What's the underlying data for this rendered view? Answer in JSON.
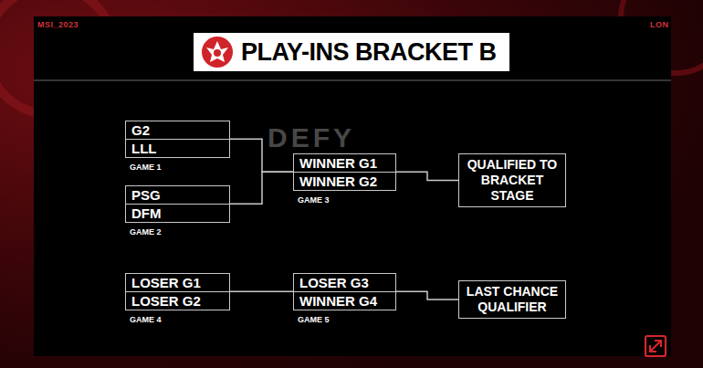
{
  "diagram": {
    "title": "PLAY-INS BRACKET B",
    "nodes": [
      {
        "text": [
          "GAME 1"
        ]
      },
      {
        "text": [
          "G2"
        ],
        "in": 0
      },
      {
        "text": [
          "LLL"
        ],
        "in": 0
      },
      {
        "text": [
          "GAME 2"
        ]
      },
      {
        "text": [
          "PSG"
        ],
        "in": 3
      },
      {
        "text": [
          "DFM"
        ],
        "in": 3
      },
      {
        "text": [
          "GAME 3"
        ]
      },
      {
        "text": [
          "WINNER G1"
        ],
        "in": 6
      },
      {
        "text": [
          "WINNER G2"
        ],
        "in": 6
      },
      {
        "text": [
          "QUALIFIED TO BRACKET STAGE"
        ]
      },
      {
        "text": [
          "GAME 4"
        ]
      },
      {
        "text": [
          "LOSER G1"
        ],
        "in": 10
      },
      {
        "text": [
          "LOSER G2"
        ],
        "in": 10
      },
      {
        "text": [
          "GAME 5"
        ]
      },
      {
        "text": [
          "LOSER G3"
        ],
        "in": 13
      },
      {
        "text": [
          "WINNER G4"
        ],
        "in": 13
      },
      {
        "text": [
          "LAST CHANCE QUALIFIER"
        ]
      }
    ],
    "edges": [
      {
        "from": 0,
        "to": 6,
        "arrow": "none"
      },
      {
        "from": 3,
        "to": 6,
        "arrow": "none"
      },
      {
        "from": 6,
        "to": 9,
        "arrow": "none"
      },
      {
        "from": 10,
        "to": 13,
        "arrow": "none"
      },
      {
        "from": 13,
        "to": 16,
        "arrow": "none"
      }
    ],
    "labels": [
      "MSI_2023",
      "LON",
      "DEFY"
    ]
  }
}
